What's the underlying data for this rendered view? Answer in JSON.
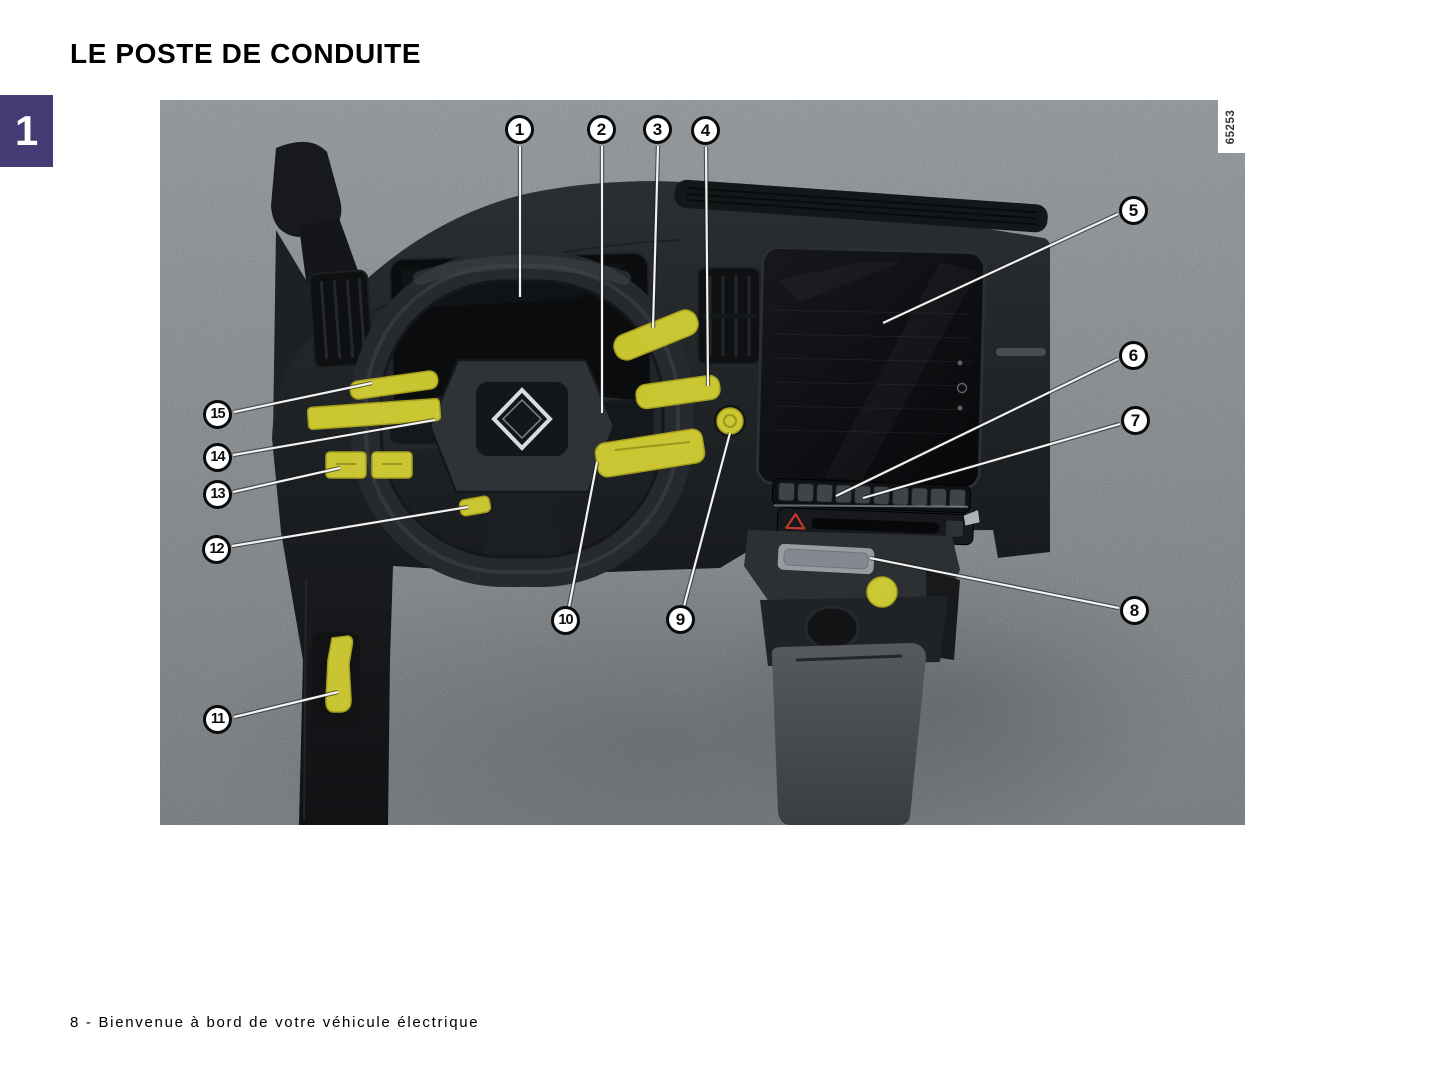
{
  "header": {
    "title": "LE POSTE DE CONDUITE",
    "chapter_tab": "1"
  },
  "figure": {
    "image_number": "65253",
    "description": "dashboard-overview-renault-ev",
    "highlight_color": "#d9d535",
    "callouts": [
      "1",
      "2",
      "3",
      "4",
      "5",
      "6",
      "7",
      "8",
      "9",
      "10",
      "11",
      "12",
      "13",
      "14",
      "15"
    ]
  },
  "footer": {
    "text": "8 - Bienvenue à bord de votre véhicule électrique"
  }
}
